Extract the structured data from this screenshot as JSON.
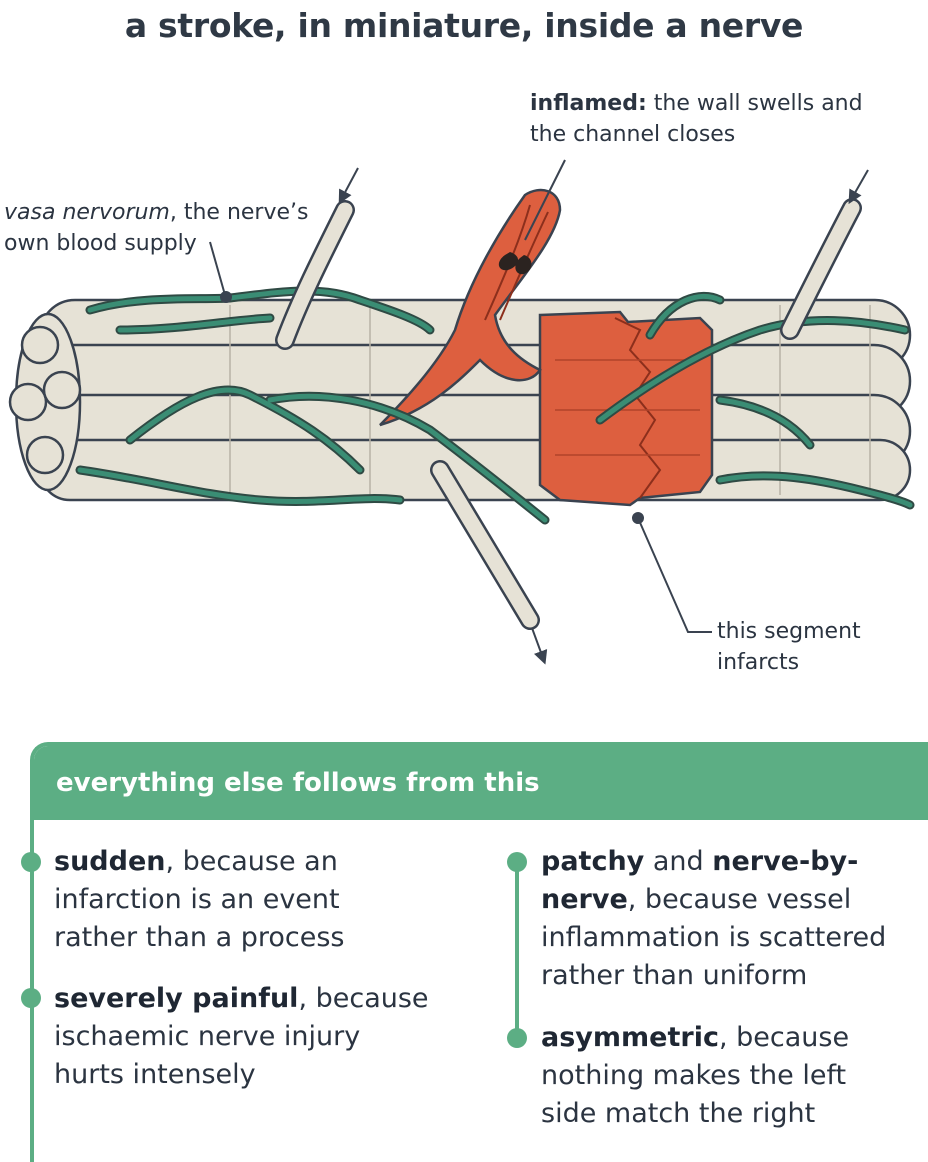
{
  "title": "a stroke, in miniature, inside a nerve",
  "labels": {
    "inflamed_bold": "inflamed:",
    "inflamed_rest_1": " the wall swells and",
    "inflamed_rest_2": "the channel closes",
    "vasa_italic": "vasa nervorum",
    "vasa_rest_1": ", the nerve’s",
    "vasa_rest_2": "own blood supply",
    "segment_1": "this segment",
    "segment_2": "infarcts"
  },
  "panel": {
    "heading": "everything else follows from this",
    "points": [
      {
        "bold": "sudden",
        "rest": ", because an infarction is an event rather than a process"
      },
      {
        "bold": "severely painful",
        "rest": ", because ischaemic nerve injury hurts intensely"
      },
      {
        "bold": "patchy",
        "mid": " and ",
        "bold2": "nerve-by-nerve",
        "rest": ", because vessel inflammation is scattered rather than uniform"
      },
      {
        "bold": "asymmetric",
        "rest": ", because nothing makes the left side match the right"
      }
    ]
  },
  "colors": {
    "accent_green": "#5cae84",
    "vessel_green": "#2f7b66",
    "infarct_red": "#dd5f3f",
    "nerve_fascicle": "#e6e2d6",
    "outline": "#3a4350"
  }
}
